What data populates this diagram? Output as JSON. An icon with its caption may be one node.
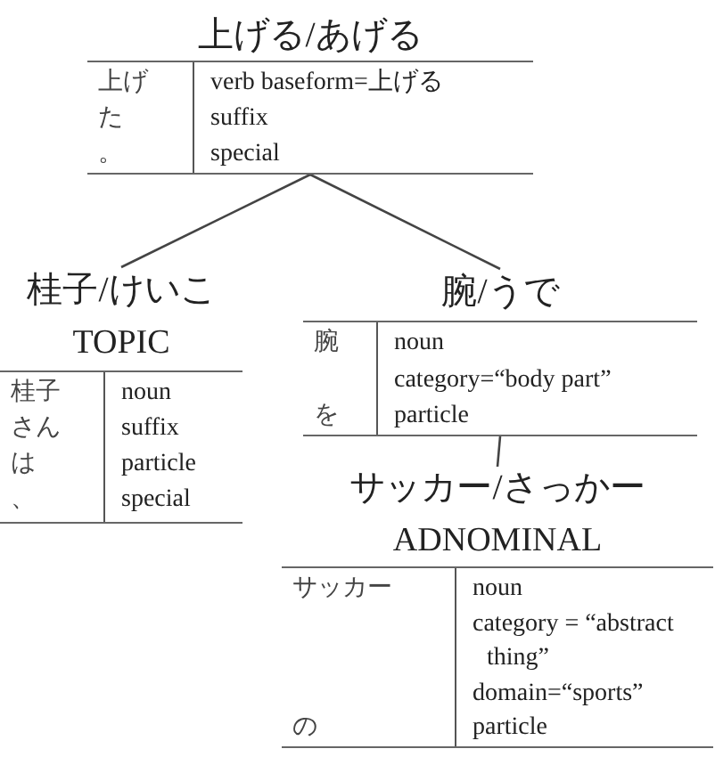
{
  "diagram": {
    "nodes": [
      {
        "text": [
          "上げる/あげる",
          "上げ",
          "た",
          "。",
          "verb baseform=上げる",
          "suffix",
          "special"
        ]
      },
      {
        "text": [
          "桂子/けいこ",
          "TOPIC",
          "桂子",
          "さん",
          "は",
          "、",
          "noun",
          "suffix",
          "particle",
          "special"
        ]
      },
      {
        "text": [
          "腕/うで",
          "腕",
          "を",
          "noun",
          "category=“body part”",
          "particle"
        ]
      },
      {
        "text": [
          "サッカー/さっかー",
          "ADNOMINAL",
          "サッカー",
          "の",
          "noun",
          "category = “abstract thing”",
          "domain=“sports”",
          "particle"
        ]
      }
    ],
    "edges": [
      {
        "from": 0,
        "to": 1,
        "arrow": "none"
      },
      {
        "from": 0,
        "to": 2,
        "arrow": "none"
      },
      {
        "from": 2,
        "to": 3,
        "arrow": "none"
      }
    ]
  }
}
